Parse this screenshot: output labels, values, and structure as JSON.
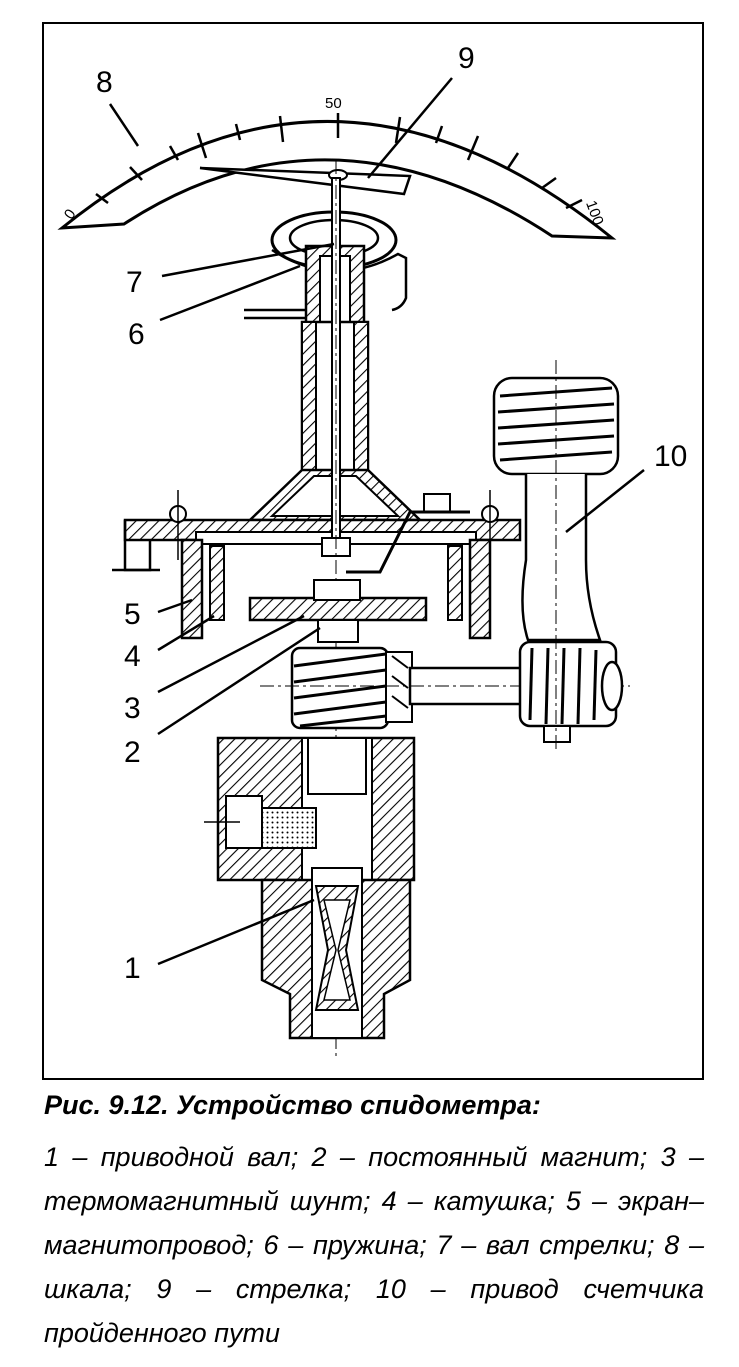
{
  "figure": {
    "labels": {
      "l1": "1",
      "l2": "2",
      "l3": "3",
      "l4": "4",
      "l5": "5",
      "l6": "6",
      "l7": "7",
      "l8": "8",
      "l9": "9",
      "l10": "10"
    },
    "scale_ticks": {
      "t0": "0",
      "t50": "50",
      "t100": "100"
    }
  },
  "caption": {
    "title": "Рис. 9.12. Устройство спидометра:",
    "body": "1 – приводной вал; 2 – постоянный магнит; 3 – термомагнитный шунт; 4 – катушка; 5 – экран–магнитопровод; 6 – пружина; 7 – вал стрелки; 8 – шкала; 9 – стрелка; 10 – привод счетчика пройденного пути"
  }
}
